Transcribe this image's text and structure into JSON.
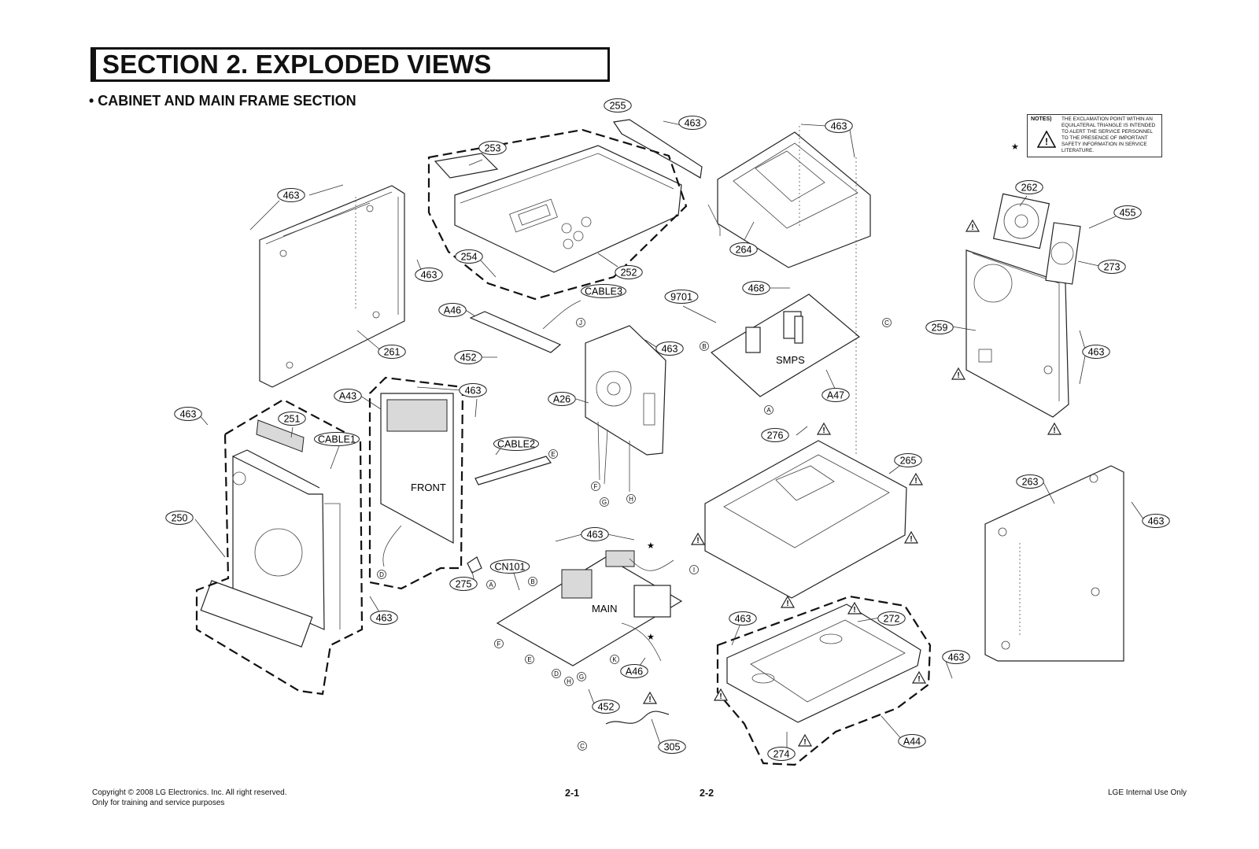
{
  "header": {
    "section_title": "SECTION 2. EXPLODED VIEWS",
    "subtitle": "• CABINET AND MAIN FRAME SECTION"
  },
  "notes": {
    "label": "NOTES)",
    "text": "THE EXCLAMATION POINT WITHIN AN EQUILATERAL TRIANGLE IS INTENDED TO ALERT THE SERVICE PERSONNEL TO THE PRESENCE OF IMPORTANT SAFETY INFORMATION IN SERVICE LITERATURE.",
    "marker": "★"
  },
  "board_labels": {
    "front": "FRONT",
    "smps": "SMPS",
    "main": "MAIN"
  },
  "part_labels": [
    {
      "id": "255",
      "text": "255"
    },
    {
      "id": "463a",
      "text": "463"
    },
    {
      "id": "463b",
      "text": "463"
    },
    {
      "id": "253",
      "text": "253"
    },
    {
      "id": "463c",
      "text": "463"
    },
    {
      "id": "463d",
      "text": "463"
    },
    {
      "id": "254",
      "text": "254"
    },
    {
      "id": "252",
      "text": "252"
    },
    {
      "id": "264",
      "text": "264"
    },
    {
      "id": "262",
      "text": "262"
    },
    {
      "id": "455",
      "text": "455"
    },
    {
      "id": "273",
      "text": "273"
    },
    {
      "id": "259",
      "text": "259"
    },
    {
      "id": "463e",
      "text": "463"
    },
    {
      "id": "cable3",
      "text": "CABLE3"
    },
    {
      "id": "9701",
      "text": "9701"
    },
    {
      "id": "468",
      "text": "468"
    },
    {
      "id": "a46a",
      "text": "A46"
    },
    {
      "id": "463f",
      "text": "463"
    },
    {
      "id": "261",
      "text": "261"
    },
    {
      "id": "452a",
      "text": "452"
    },
    {
      "id": "a43",
      "text": "A43"
    },
    {
      "id": "463g",
      "text": "463"
    },
    {
      "id": "a26",
      "text": "A26"
    },
    {
      "id": "a47",
      "text": "A47"
    },
    {
      "id": "463h",
      "text": "463"
    },
    {
      "id": "251",
      "text": "251"
    },
    {
      "id": "cable1",
      "text": "CABLE1"
    },
    {
      "id": "cable2",
      "text": "CABLE2"
    },
    {
      "id": "276",
      "text": "276"
    },
    {
      "id": "265",
      "text": "265"
    },
    {
      "id": "263",
      "text": "263"
    },
    {
      "id": "463i",
      "text": "463"
    },
    {
      "id": "250",
      "text": "250"
    },
    {
      "id": "463j",
      "text": "463"
    },
    {
      "id": "cn101",
      "text": "CN101"
    },
    {
      "id": "275",
      "text": "275"
    },
    {
      "id": "463k",
      "text": "463"
    },
    {
      "id": "463l",
      "text": "463"
    },
    {
      "id": "272",
      "text": "272"
    },
    {
      "id": "463m",
      "text": "463"
    },
    {
      "id": "a46b",
      "text": "A46"
    },
    {
      "id": "452b",
      "text": "452"
    },
    {
      "id": "305",
      "text": "305"
    },
    {
      "id": "274",
      "text": "274"
    },
    {
      "id": "a44",
      "text": "A44"
    }
  ],
  "connector_marks": [
    {
      "id": "J",
      "text": "J"
    },
    {
      "id": "B1",
      "text": "B"
    },
    {
      "id": "C1",
      "text": "C"
    },
    {
      "id": "A1",
      "text": "A"
    },
    {
      "id": "E1",
      "text": "E"
    },
    {
      "id": "F1",
      "text": "F"
    },
    {
      "id": "G1",
      "text": "G"
    },
    {
      "id": "H1",
      "text": "H"
    },
    {
      "id": "D1",
      "text": "D"
    },
    {
      "id": "A2",
      "text": "A"
    },
    {
      "id": "B2",
      "text": "B"
    },
    {
      "id": "I1",
      "text": "I"
    },
    {
      "id": "F2",
      "text": "F"
    },
    {
      "id": "E2",
      "text": "E"
    },
    {
      "id": "D2",
      "text": "D"
    },
    {
      "id": "H2",
      "text": "H"
    },
    {
      "id": "G2",
      "text": "G"
    },
    {
      "id": "K1",
      "text": "K"
    },
    {
      "id": "C2",
      "text": "C"
    }
  ],
  "warning_symbol": "!",
  "footer": {
    "copyright": "Copyright © 2008 LG Electronics. Inc. All right reserved.",
    "purpose": "Only for training and service purposes",
    "page_left": "2-1",
    "page_right": "2-2",
    "internal": "LGE Internal Use Only"
  }
}
